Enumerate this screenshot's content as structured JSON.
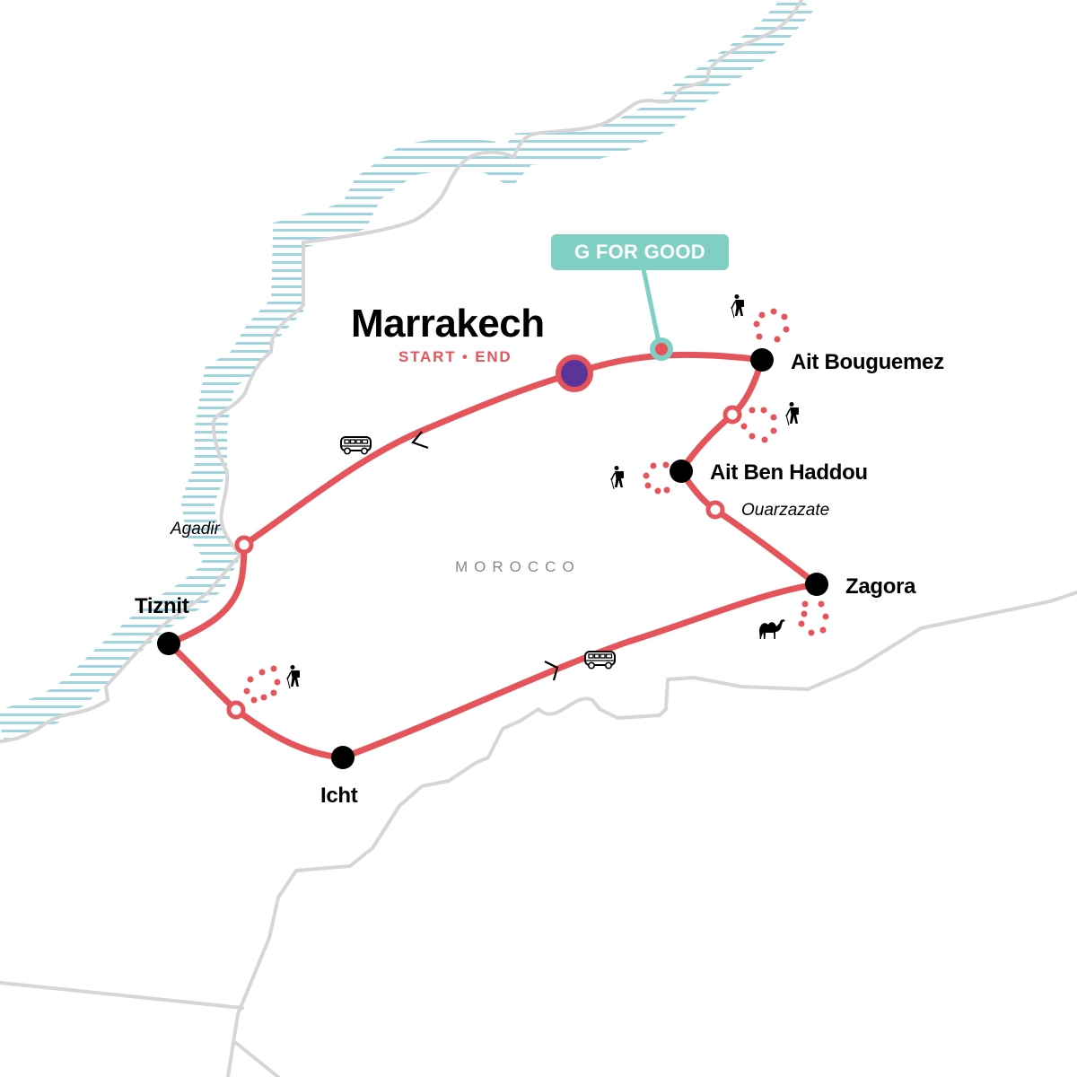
{
  "map": {
    "country_label": "MOROCCO",
    "badge": {
      "label": "G FOR GOOD",
      "color": "#80cfc3"
    },
    "start_end": {
      "name": "Marrakech",
      "tag": "START • END",
      "marker_fill": "#5a3597"
    },
    "stops": [
      {
        "name": "Ait Bouguemez",
        "type": "overnight"
      },
      {
        "name": "Ait Ben Haddou",
        "type": "overnight"
      },
      {
        "name": "Zagora",
        "type": "overnight"
      },
      {
        "name": "Icht",
        "type": "overnight"
      },
      {
        "name": "Tiznit",
        "type": "overnight"
      }
    ],
    "waypoints": [
      {
        "name": "Ouarzazate",
        "type": "pass-through"
      },
      {
        "name": "Agadir",
        "type": "pass-through"
      }
    ],
    "activities": [
      {
        "icon": "hiking-icon",
        "near": "Ait Bouguemez"
      },
      {
        "icon": "hiking-icon",
        "near": "Ait Bouguemez (south)"
      },
      {
        "icon": "hiking-icon",
        "near": "Ait Ben Haddou"
      },
      {
        "icon": "camel-icon",
        "near": "Zagora"
      },
      {
        "icon": "hiking-icon",
        "near": "Tiznit–Icht"
      }
    ],
    "transport": [
      {
        "icon": "bus-icon",
        "segment": "Agadir–Marrakech"
      },
      {
        "icon": "bus-icon",
        "segment": "Icht–Zagora"
      }
    ],
    "colors": {
      "route": "#e5545a",
      "stop": "#000000",
      "coast_hatch": "#9fd5de",
      "border": "#d6d6d6",
      "gfg": "#80cfc3"
    }
  }
}
